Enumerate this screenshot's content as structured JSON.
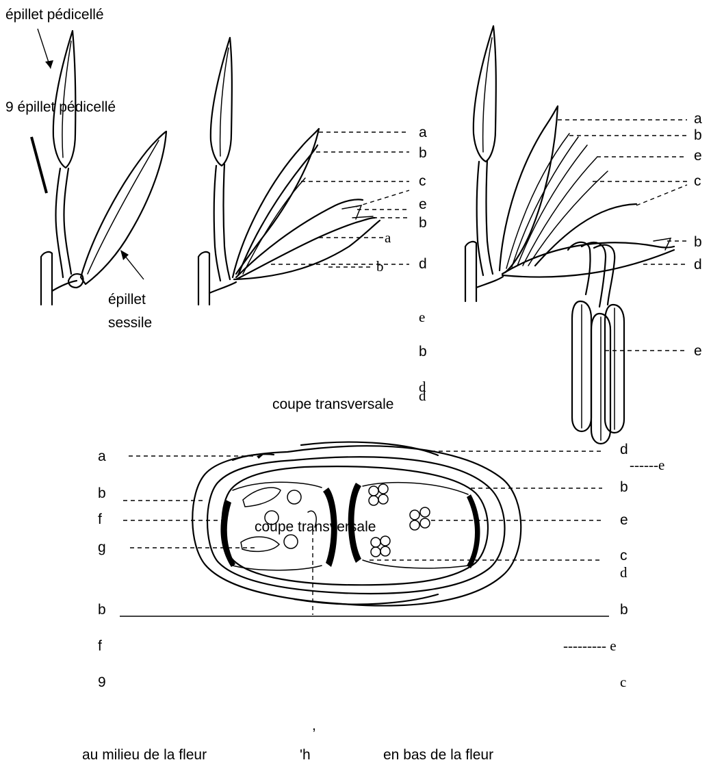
{
  "labels": {
    "pedicelled_top": "épillet pédicellé",
    "pedicelled_mid": "9 épillet pédicellé",
    "sessile_1": "épillet",
    "sessile_2": "sessile",
    "a": "a",
    "b": "b",
    "c": "c",
    "d": "d",
    "e": "e",
    "f": "f",
    "g": "g",
    "nine": "9",
    "h": "'h",
    "comma": ",",
    "coupe_1": "coupe transversale",
    "coupe_2": "coupe transversale",
    "dash_e": "------e",
    "dash_e2": "--------- e"
  },
  "captions": {
    "middle": "au milieu de la fleur",
    "bottom": "en bas de la fleur"
  }
}
